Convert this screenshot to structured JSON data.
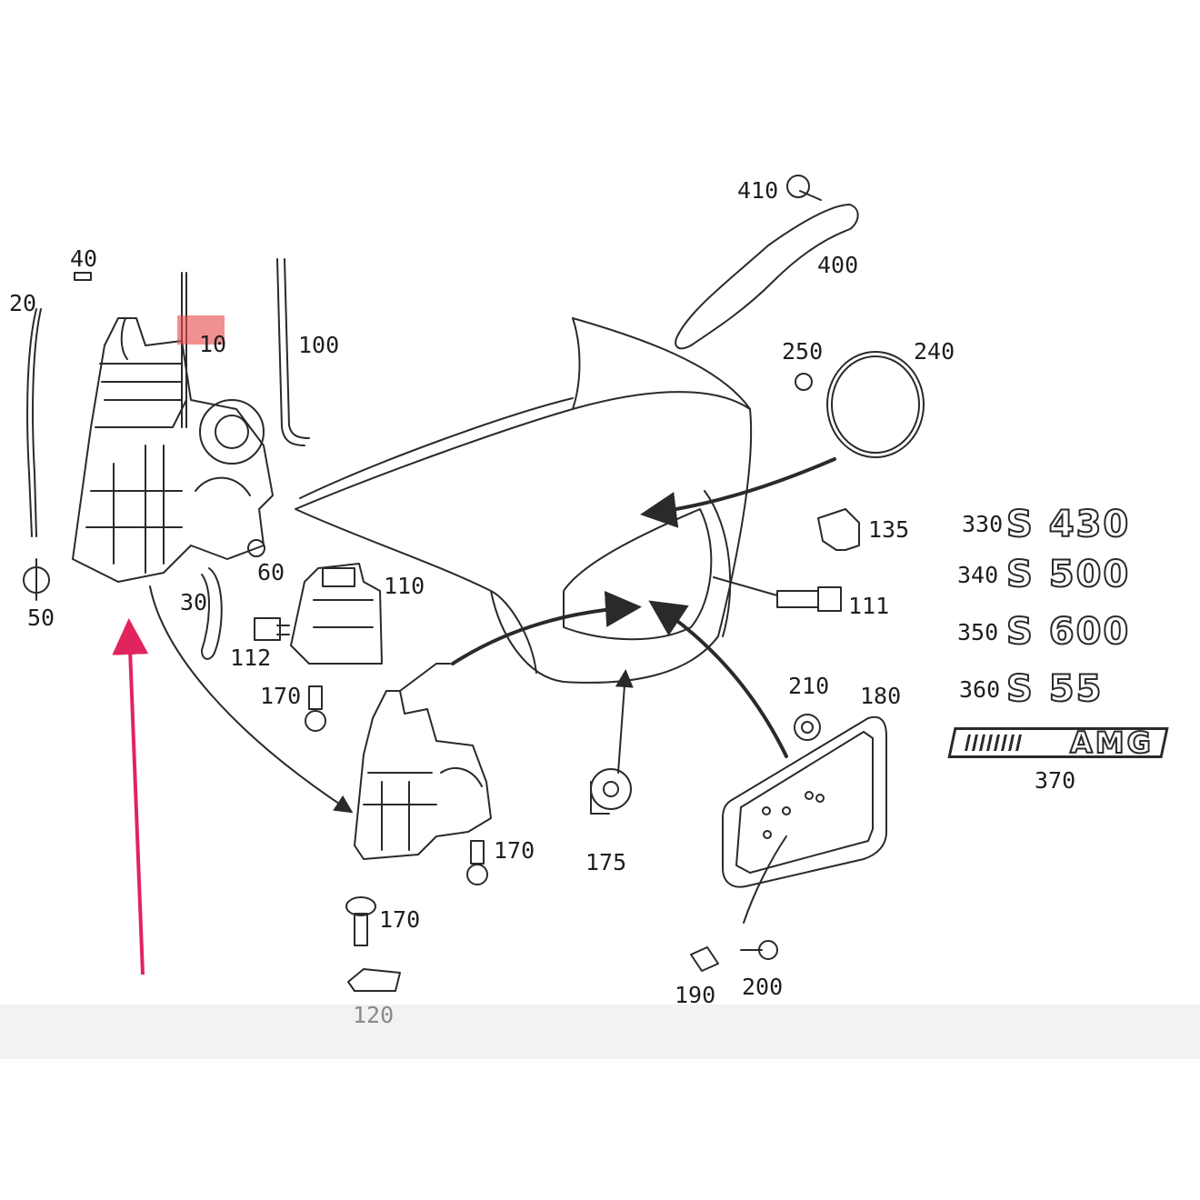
{
  "part_labels": {
    "p10": "10",
    "p20": "20",
    "p30": "30",
    "p40": "40",
    "p50": "50",
    "p60": "60",
    "p100": "100",
    "p110": "110",
    "p111": "111",
    "p112": "112",
    "p120": "120",
    "p135": "135",
    "p170a": "170",
    "p170b": "170",
    "p170c": "170",
    "p175": "175",
    "p180": "180",
    "p190": "190",
    "p200": "200",
    "p210": "210",
    "p240": "240",
    "p250": "250",
    "p330": "330",
    "p340": "340",
    "p350": "350",
    "p360": "360",
    "p370": "370",
    "p400": "400",
    "p410": "410"
  },
  "badges": {
    "s430": "S 430",
    "s500": "S 500",
    "s600": "S 600",
    "s55": "S 55",
    "amg": "AMG"
  },
  "colors": {
    "line": "#2a2a2a",
    "highlight": "#e74c4c",
    "pointer_arrow": "#e0245e"
  }
}
